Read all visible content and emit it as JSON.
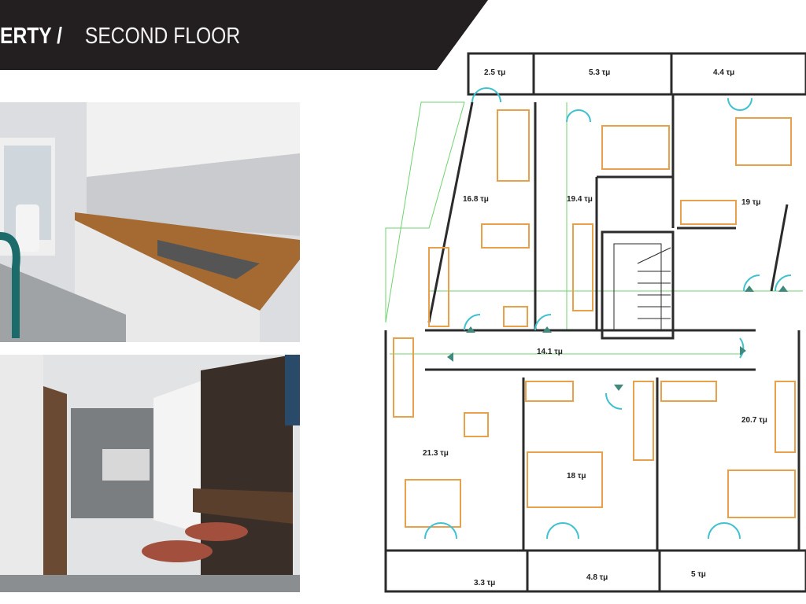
{
  "header": {
    "section": "ERTY /",
    "subtitle": "SECOND FLOOR"
  },
  "photos": [
    {
      "name": "kitchen-render"
    },
    {
      "name": "hallway-render"
    }
  ],
  "floor_plan": {
    "rooms": {
      "balcony_a": "2.5 τμ",
      "balcony_b": "5.3 τμ",
      "balcony_c": "4.4 τμ",
      "apt_1": "16.8 τμ",
      "apt_2": "19.4 τμ",
      "apt_3": "19 τμ",
      "corridor": "14.1 τμ",
      "apt_4": "21.3 τμ",
      "apt_5": "18 τμ",
      "apt_6": "20.7 τμ",
      "balcony_d": "3.3 τμ",
      "balcony_e": "4.8 τμ",
      "balcony_f": "5 τμ"
    },
    "colors": {
      "walls": "#2b2b2b",
      "furniture": "#e8a04a",
      "doors": "#3fc1d0",
      "guides": "#6fd36f",
      "arrows": "#3f8a7c"
    }
  }
}
